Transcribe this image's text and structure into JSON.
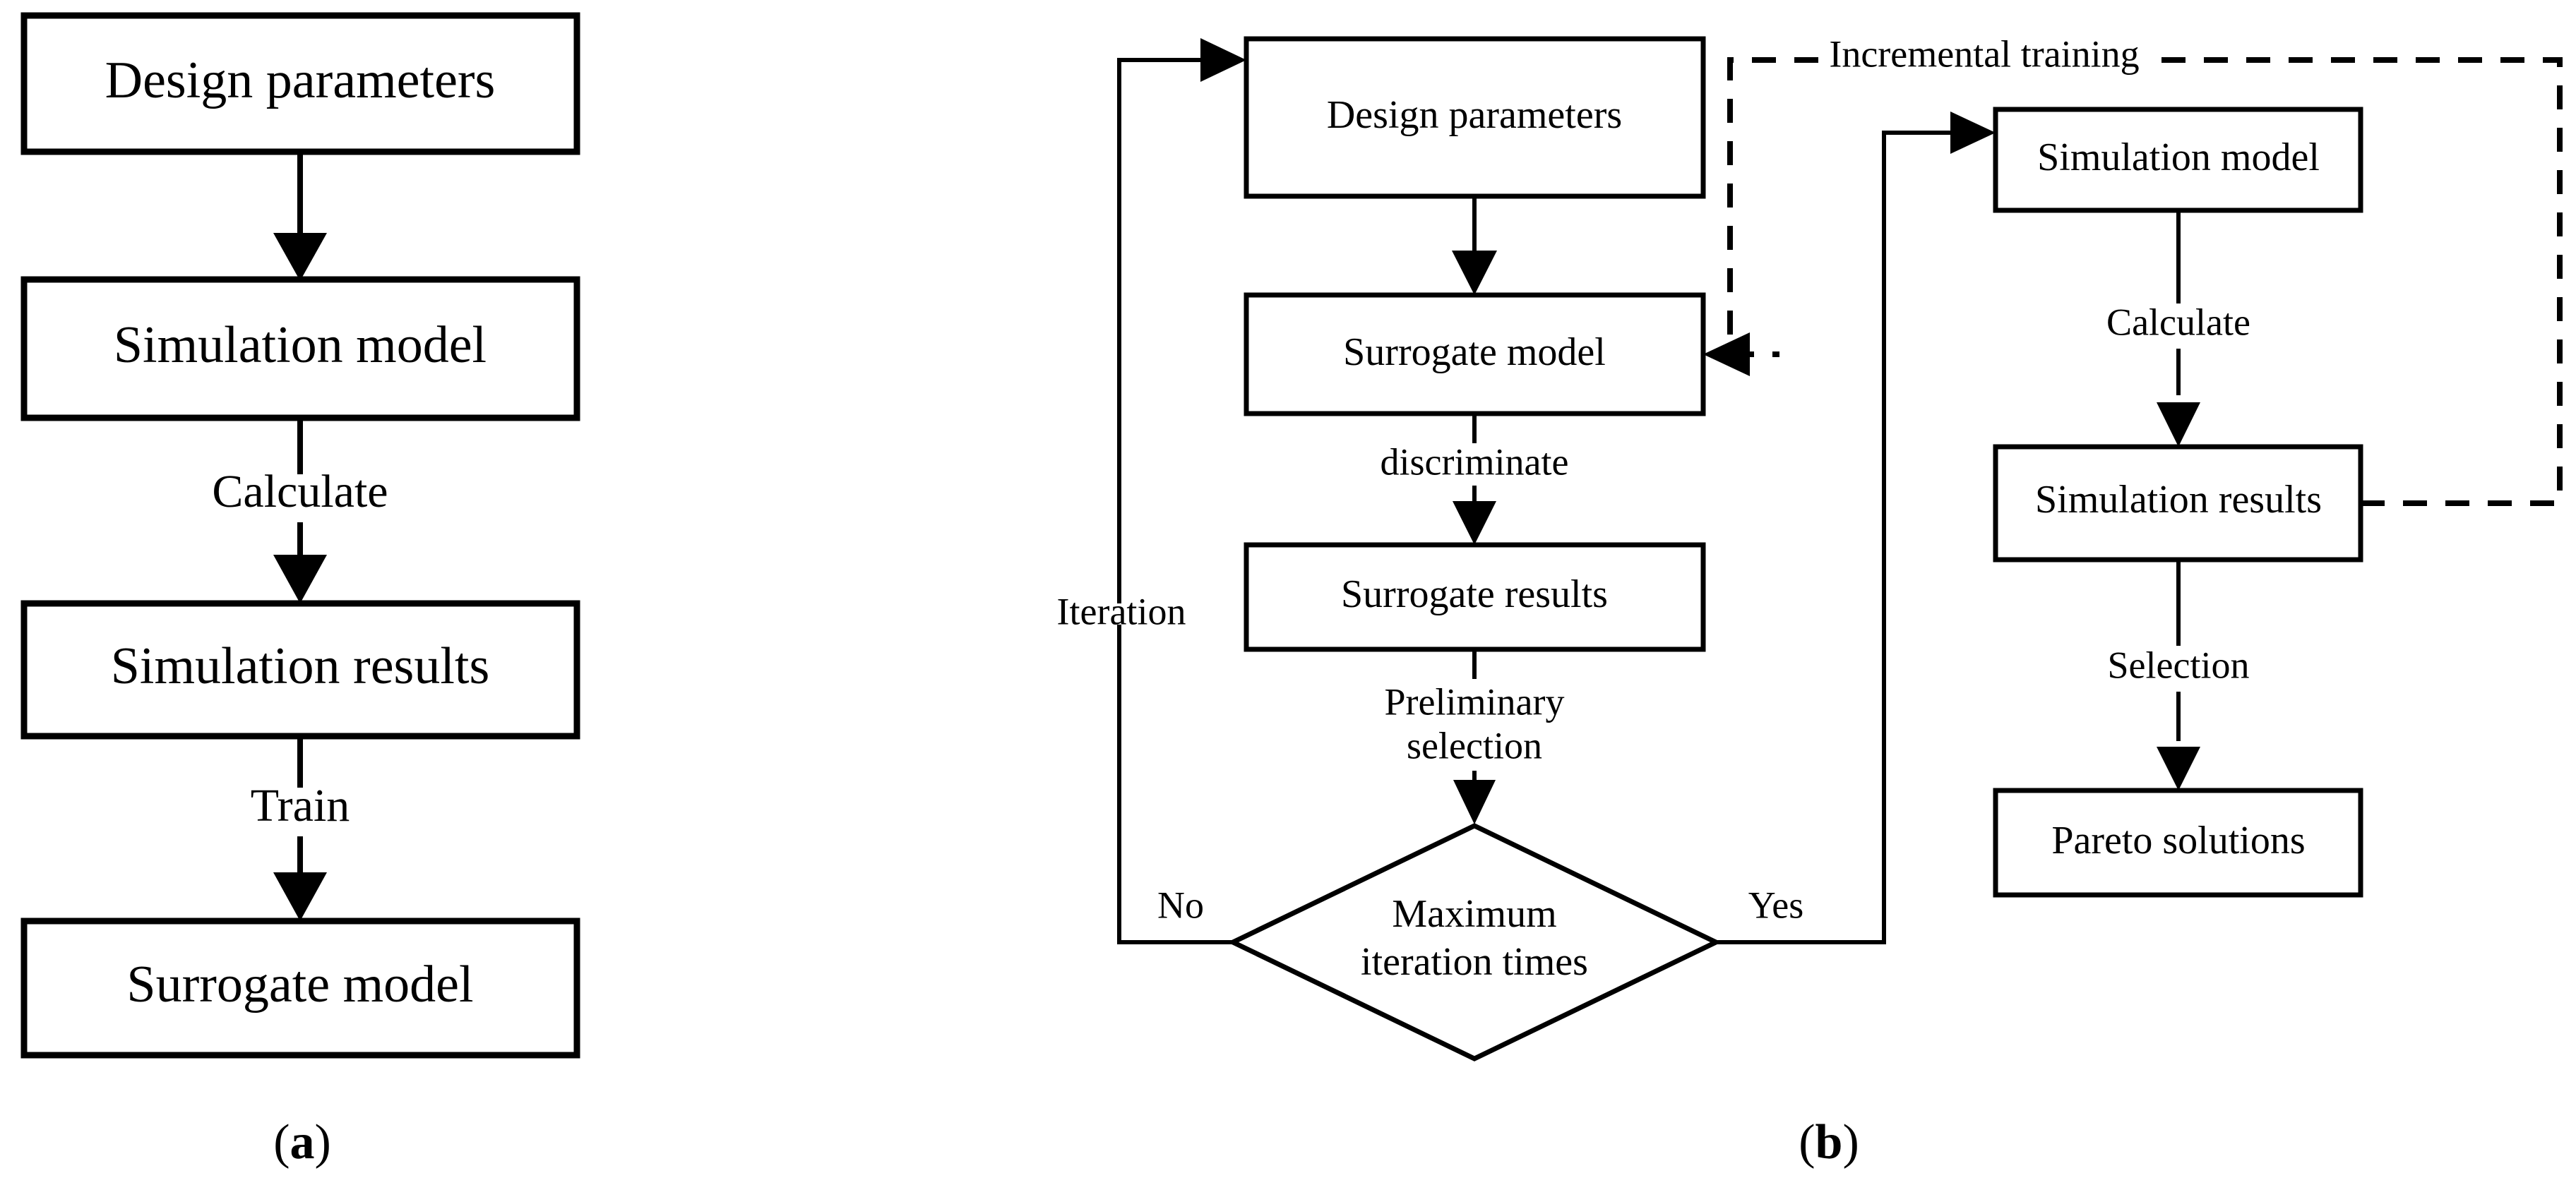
{
  "figure": {
    "panels": [
      {
        "id": "panel-a",
        "caption_prefix": "(",
        "caption_letter": "a",
        "caption_suffix": ")",
        "nodes": [
          {
            "id": "a-design-parameters",
            "label": "Design parameters"
          },
          {
            "id": "a-simulation-model",
            "label": "Simulation model"
          },
          {
            "id": "a-simulation-results",
            "label": "Simulation results"
          },
          {
            "id": "a-surrogate-model",
            "label": "Surrogate model"
          }
        ],
        "edges": [
          {
            "id": "a-edge-1",
            "from": "a-design-parameters",
            "to": "a-simulation-model",
            "label": ""
          },
          {
            "id": "a-edge-2",
            "from": "a-simulation-model",
            "to": "a-simulation-results",
            "label": "Calculate"
          },
          {
            "id": "a-edge-3",
            "from": "a-simulation-results",
            "to": "a-surrogate-model",
            "label": "Train"
          }
        ]
      },
      {
        "id": "panel-b",
        "caption_prefix": "(",
        "caption_letter": "b",
        "caption_suffix": ")",
        "nodes": [
          {
            "id": "b-design-parameters",
            "label": "Design parameters"
          },
          {
            "id": "b-surrogate-model",
            "label": "Surrogate model"
          },
          {
            "id": "b-surrogate-results",
            "label": "Surrogate results"
          },
          {
            "id": "b-max-iteration",
            "label_line1": "Maximum",
            "label_line2": "iteration times",
            "shape": "diamond"
          },
          {
            "id": "b-simulation-model",
            "label": "Simulation model"
          },
          {
            "id": "b-simulation-results",
            "label": "Simulation results"
          },
          {
            "id": "b-pareto-solutions",
            "label": "Pareto solutions"
          }
        ],
        "edges": [
          {
            "id": "b-edge-dp-sm",
            "from": "b-design-parameters",
            "to": "b-surrogate-model",
            "label": ""
          },
          {
            "id": "b-edge-sm-sr",
            "from": "b-surrogate-model",
            "to": "b-surrogate-results",
            "label": "discriminate"
          },
          {
            "id": "b-edge-sr-dec-line1",
            "from": "b-surrogate-results",
            "to": "b-max-iteration",
            "label_line1": "Preliminary",
            "label_line2": "selection"
          },
          {
            "id": "b-edge-dec-no",
            "from": "b-max-iteration",
            "to": "b-design-parameters",
            "label": "No",
            "loop_label": "Iteration"
          },
          {
            "id": "b-edge-dec-yes",
            "from": "b-max-iteration",
            "to": "b-simulation-model",
            "label": "Yes"
          },
          {
            "id": "b-edge-simmodel-simres",
            "from": "b-simulation-model",
            "to": "b-simulation-results",
            "label": "Calculate"
          },
          {
            "id": "b-edge-simres-pareto",
            "from": "b-simulation-results",
            "to": "b-pareto-solutions",
            "label": "Selection"
          },
          {
            "id": "b-edge-incremental",
            "from": "b-simulation-results",
            "to": "b-surrogate-model",
            "label": "Incremental training",
            "style": "dashed"
          }
        ]
      }
    ]
  },
  "colors": {
    "stroke": "#000000",
    "fill": "#ffffff",
    "text": "#000000"
  }
}
